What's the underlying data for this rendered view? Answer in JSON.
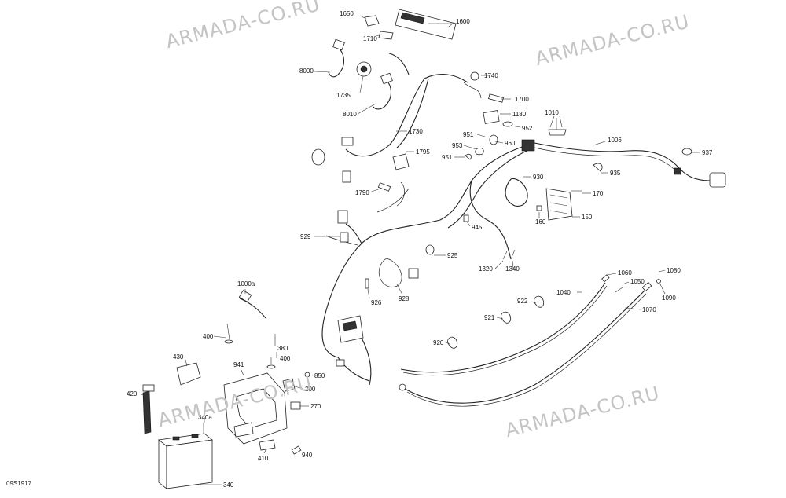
{
  "watermarks": [
    "ARMADA-CO.RU",
    "ARMADA-CO.RU",
    "ARMADA-CO.RU",
    "ARMADA-CO.RU"
  ],
  "diagram_code": "09S1917",
  "callouts": {
    "c1650": "1650",
    "c1600": "1600",
    "c1710": "1710",
    "c8000": "8000",
    "c1735": "1735",
    "c1740": "1740",
    "c1700": "1700",
    "c8010": "8010",
    "c1180": "1180",
    "c1010": "1010",
    "c952": "952",
    "c951a": "951",
    "c960": "960",
    "c953": "953",
    "c951b": "951",
    "c1730": "1730",
    "c1795": "1795",
    "c1006": "1006",
    "c937": "937",
    "c935": "935",
    "c930": "930",
    "c170": "170",
    "c160": "160",
    "c150": "150",
    "c1790": "1790",
    "c945": "945",
    "c929": "929",
    "c925": "925",
    "c1320": "1320",
    "c1340": "1340",
    "c928": "928",
    "c926": "926",
    "c1000a": "1000a",
    "c1060": "1060",
    "c1050": "1050",
    "c1080": "1080",
    "c1090": "1090",
    "c1040": "1040",
    "c922": "922",
    "c1070": "1070",
    "c921": "921",
    "c920": "920",
    "c400a": "400",
    "c380": "380",
    "c430": "430",
    "c941": "941",
    "c400b": "400",
    "c850": "850",
    "c200": "200",
    "c420": "420",
    "c270": "270",
    "c340a": "340a",
    "c410": "410",
    "c940": "940",
    "c340": "340"
  }
}
